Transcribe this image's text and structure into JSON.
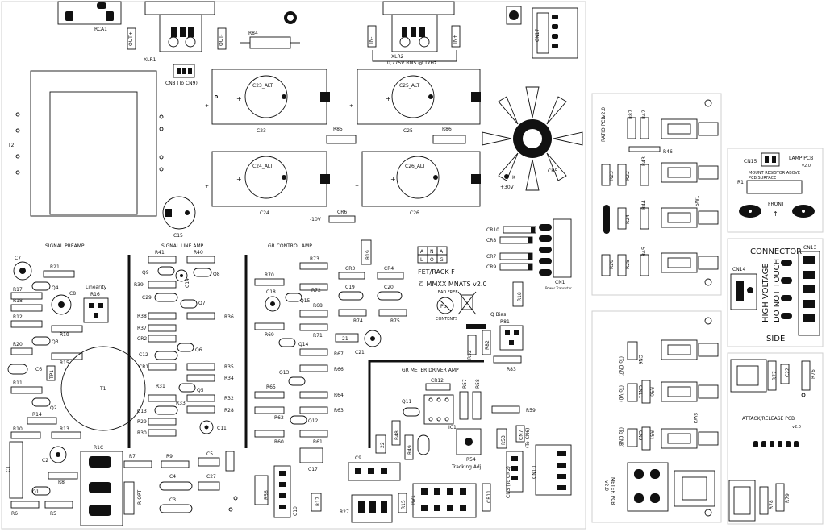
{
  "title_block": {
    "logo_letters": [
      "A",
      "N",
      "A",
      "L",
      "O",
      "G"
    ],
    "product": "FET/RACK F",
    "copyright": "© MMXX MNATS v2.0",
    "lead_free": "LEAD FREE",
    "contents": "CONTENTS",
    "pb": "Pb",
    "power_transistor": "Power Transistor"
  },
  "sections": {
    "signal_preamp": "SIGNAL PREAMP",
    "signal_line_amp": "SIGNAL LINE AMP",
    "gr_control_amp": "GR CONTROL AMP",
    "gr_meter_driver_amp": "GR METER DRIVER AMP"
  },
  "top": {
    "rca1": "RCA1",
    "xlr1": "XLR1",
    "xlr2": "XLR2",
    "xlr2_note": "0,775V RMS @ 1kHz",
    "out_plus": "OUT+",
    "out_minus": "OUT-",
    "in_minus": "IN-",
    "in_plus": "IN+",
    "r84": "R84",
    "cn17": "CN17",
    "cn8": "CN8 (To CN9)",
    "t2": "T2"
  },
  "caps": {
    "c23_alt": "C23_ALT",
    "c25_alt": "C25_ALT",
    "c24_alt": "C24_ALT",
    "c26_alt": "C26_ALT",
    "c23": "C23",
    "c25": "C25",
    "c24": "C24",
    "c26": "C26",
    "c15": "C15",
    "r85": "R85",
    "r86": "R86",
    "cr5": "CR5",
    "cr6": "CR6",
    "k": "K",
    "p30v": "+30V",
    "m10v": "-10V",
    "plus": "+"
  },
  "bus": {
    "cr10": "CR10",
    "cr8": "CR8",
    "cr7": "CR7",
    "cr9": "CR9",
    "cn1": "CN1"
  },
  "preamp": {
    "c7": "C7",
    "r21": "R21",
    "r17": "R17",
    "q4": "Q4",
    "c8": "C8",
    "linearity": "Linearity",
    "r16": "R16",
    "r18": "R18",
    "r12": "R12",
    "r19": "R19",
    "r20": "R20",
    "q3": "Q3",
    "r15": "R15",
    "c6": "C6",
    "tp1": "TP1",
    "r11": "R11",
    "t1": "T1",
    "q2": "Q2",
    "r14": "R14",
    "r10": "R10",
    "r13": "R13",
    "c2": "C2",
    "r1c": "R1C",
    "c1": "C1",
    "r8": "R8",
    "q1": "Q1",
    "r6": "R6",
    "r5": "R5",
    "r_opt": "R-OPT"
  },
  "line_amp": {
    "r41": "R41",
    "r40": "R40",
    "q9": "Q9",
    "c14": "C14",
    "q8": "Q8",
    "r39": "R39",
    "c29": "C29",
    "q7": "Q7",
    "r38": "R38",
    "r36": "R36",
    "r37": "R37",
    "cr2": "CR2",
    "q6": "Q6",
    "c12": "C12",
    "cr1": "CR1",
    "r35": "R35",
    "r34": "R34",
    "r31": "R31",
    "q5": "Q5",
    "c13": "C13",
    "r32": "R32",
    "r33": "R33",
    "r28": "R28",
    "r29": "R29",
    "c11": "C11",
    "r30": "R30",
    "r7": "R7",
    "r9": "R9",
    "c5": "C5",
    "c4": "C4",
    "c27": "C27",
    "c3": "C3",
    "r56": "R56",
    "c10": "C10",
    "r17b": "R17"
  },
  "control_amp": {
    "r73": "R73",
    "r19v": "R19",
    "r70": "R70",
    "cr3": "CR3",
    "cr4": "CR4",
    "c18": "C18",
    "r72": "R72",
    "c19": "C19",
    "c20": "C20",
    "q15": "Q15",
    "r68": "R68",
    "r74": "R74",
    "r75": "R75",
    "r69": "R69",
    "r71": "R71",
    "q14": "Q14",
    "r21b": "21",
    "c21": "C21",
    "r67": "R67",
    "r66": "R66",
    "q13": "Q13",
    "r65": "R65",
    "r64": "R64",
    "r63": "R63",
    "r62": "R62",
    "q12": "Q12",
    "r60": "R60",
    "r61": "R61",
    "c17": "C17",
    "r18v": "R18",
    "q_bias": "Q Bias",
    "r81": "R81",
    "r52": "R52",
    "r82": "R82",
    "r83": "R83"
  },
  "meter_driver": {
    "cr12": "CR12",
    "q11": "Q11",
    "r57": "R57",
    "r58": "R58",
    "r59": "R59",
    "ic1": "IC1",
    "r48": "R48",
    "r22": "22",
    "r49": "R49",
    "r54": "R54",
    "tracking_adj": "Tracking Adj",
    "r53": "R53",
    "cn7": "CN7",
    "to_cn6": "(To CN6)",
    "c9": "C9",
    "cn10": "CN10",
    "cn3": "CN3 (To CN2)",
    "r15v": "R15",
    "rv1": "RV1",
    "r27": "R27",
    "cr11": "CR11"
  },
  "ratio_pcb": {
    "title": "RATIO PCB",
    "version": "v2.0",
    "sw1": "SW1",
    "r87": "R87",
    "r42": "R42",
    "r46": "R46",
    "r23": "R23",
    "r22": "R22",
    "r43": "R43",
    "r44": "R44",
    "r24": "R24",
    "r26": "R26",
    "r25": "R25",
    "r45": "R45"
  },
  "lamp_pcb": {
    "title": "LAMP PCB",
    "version": "v2.0",
    "cn15": "CN15",
    "note1": "MOUNT RESISTOR ABOVE",
    "note2": "PCB SURFACE",
    "r1": "R1",
    "front": "FRONT",
    "arrow": "↑"
  },
  "connector_pcb": {
    "connector": "CONNECTOR",
    "side": "SIDE",
    "cn14": "CN14",
    "cn13": "CN13",
    "warn1": "HIGH VOLTAGE",
    "warn2": "DO NOT TOUCH"
  },
  "meter_pcb": {
    "title": "METER PCB",
    "version": "v2.0",
    "cn6": "CN6",
    "to_cn7": "(To CN7)",
    "cn11": "CN11",
    "to_v0": "(To V0)",
    "cn9": "CN9",
    "to_cn8": "(To CN8)",
    "r50": "R50",
    "r51": "R51",
    "sw2": "SW2"
  },
  "attack_pcb": {
    "title": "ATTACK/RELEASE PCB",
    "version": "v2.0",
    "r77": "R77",
    "c22": "C22",
    "r76": "R76",
    "r78": "R78",
    "r79": "R79"
  }
}
